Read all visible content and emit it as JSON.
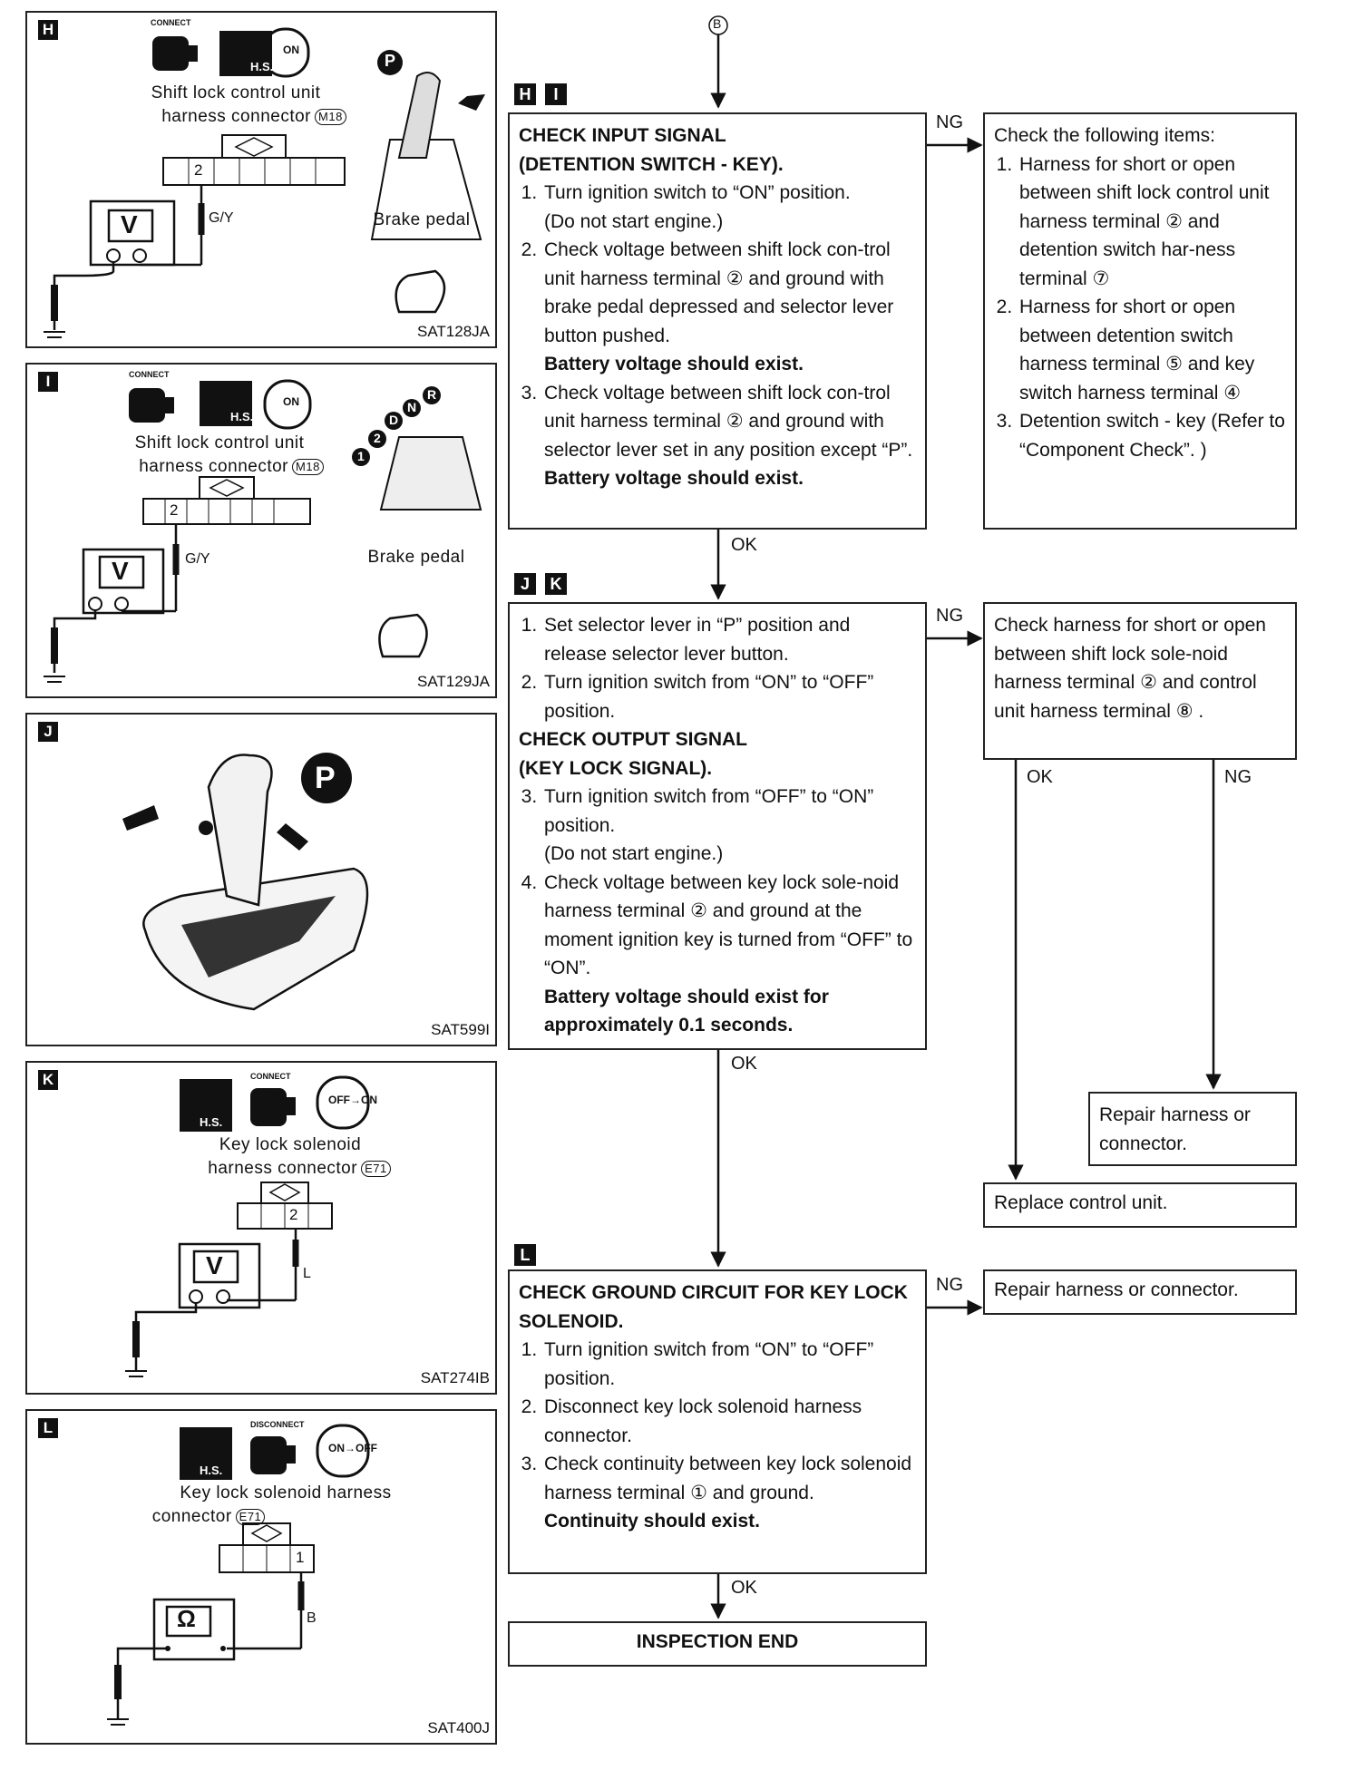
{
  "panels": {
    "H": {
      "badge": "H",
      "icon_connect": "CONNECT",
      "icon_hs": "H.S.",
      "icon_on": "ON",
      "line1": "Shift lock control unit",
      "line2": "harness connector",
      "conn": "M18",
      "pin": "2",
      "wire": "G/Y",
      "meter": "V",
      "shifter_p": "P",
      "brake": "Brake pedal",
      "code": "SAT128JA"
    },
    "I": {
      "badge": "I",
      "icon_connect": "CONNECT",
      "icon_hs": "H.S.",
      "icon_on": "ON",
      "line1": "Shift lock control unit",
      "line2": "harness connector",
      "conn": "M18",
      "pin": "2",
      "wire": "G/Y",
      "meter": "V",
      "gears": [
        "1",
        "2",
        "D",
        "N",
        "R"
      ],
      "brake": "Brake pedal",
      "code": "SAT129JA"
    },
    "J": {
      "badge": "J",
      "shifter_p": "P",
      "code": "SAT599I"
    },
    "K": {
      "badge": "K",
      "icon_hs": "H.S.",
      "icon_connect": "CONNECT",
      "icon_on": "OFF→ON",
      "line1": "Key lock solenoid",
      "line2": "harness connector",
      "conn": "E71",
      "pin": "2",
      "wire": "L",
      "meter": "V",
      "code": "SAT274IB"
    },
    "L": {
      "badge": "L",
      "icon_hs": "H.S.",
      "icon_connect": "DISCONNECT",
      "icon_on": "ON→OFF",
      "line1": "Key lock solenoid harness",
      "line2": "connector",
      "conn": "E71",
      "pin": "1",
      "wire": "B",
      "meter": "Ω",
      "code": "SAT400J"
    }
  },
  "flow": {
    "start_marker": "B",
    "tags": {
      "hi": [
        "H",
        "I"
      ],
      "jk": [
        "J",
        "K"
      ],
      "l": [
        "L"
      ]
    },
    "box1": {
      "title1": "CHECK INPUT SIGNAL",
      "title2": "(DETENTION SWITCH - KEY).",
      "s1a": "Turn ignition switch to “ON” position.",
      "s1b": "(Do not start engine.)",
      "s2": "Check voltage between shift lock con-trol unit harness terminal ② and ground with brake pedal depressed and selector lever button pushed.",
      "s2b": "Battery voltage should exist.",
      "s3": "Check voltage between shift lock con-trol unit harness terminal ② and ground with selector lever set in any position except “P”.",
      "s3b": "Battery voltage should exist."
    },
    "box1_ng": {
      "title": "Check the following items:",
      "i1": "Harness for short or open between shift lock control unit harness terminal ② and detention switch har-ness terminal ⑦",
      "i2": "Harness for short or open between detention switch harness terminal ⑤ and key switch harness terminal ④",
      "i3": "Detention switch - key (Refer to “Component Check”. )"
    },
    "box2": {
      "s1": "Set selector lever in “P” position and release selector lever button.",
      "s2": "Turn ignition switch from “ON” to “OFF” position.",
      "title1": "CHECK OUTPUT SIGNAL",
      "title2": "(KEY LOCK SIGNAL).",
      "s3": "Turn ignition switch from “OFF” to “ON” position.",
      "s3b": "(Do not start engine.)",
      "s4": "Check voltage between key lock sole-noid harness terminal ② and ground at the moment ignition key is turned from “OFF” to “ON”.",
      "s4b": "Battery voltage should exist for approximately 0.1 seconds."
    },
    "box2_ng": "Check harness for short or open between shift lock sole-noid harness terminal ② and control unit harness terminal ⑧ .",
    "repair1": "Repair harness or connector.",
    "replace": "Replace control unit.",
    "box3": {
      "title": "CHECK GROUND CIRCUIT FOR KEY LOCK SOLENOID.",
      "s1": "Turn ignition switch from “ON” to “OFF” position.",
      "s2": "Disconnect key lock solenoid harness connector.",
      "s3": "Check continuity between key lock solenoid harness terminal ① and ground.",
      "s3b": "Continuity should exist."
    },
    "repair2": "Repair harness or connector.",
    "end": "INSPECTION END",
    "ng": "NG",
    "ok": "OK"
  }
}
